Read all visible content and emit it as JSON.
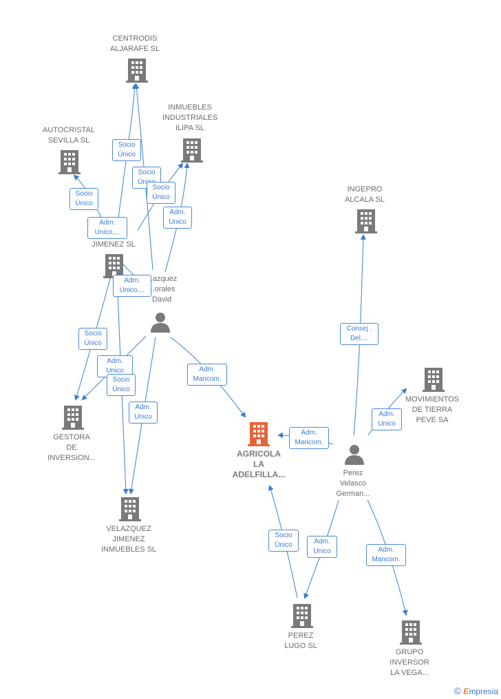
{
  "colors": {
    "edge": "#4a8ad6",
    "building": "#7a7a7a",
    "focal": "#e8633a",
    "person": "#7a7a7a"
  },
  "nodes": {
    "centrodis": "CENTRODIS\nALJARAFE  SL",
    "inmuebles_ind": "INMUEBLES\nINDUSTRIALES\nILIPA   SL",
    "autocristal": "AUTOCRISTAL\nSEVILLA SL",
    "inversiones": "...ONES\n...EZ\nJIMENEZ  SL",
    "velazquez_david": "...azquez\n...orales\nDavid",
    "gestora": "GESTORA\nDE\nINVERSION...",
    "velazquez_jim": "VELAZQUEZ\nJIMENEZ\nINMUEBLES  SL",
    "agricola": "AGRICOLA\nLA\nADELFILLA...",
    "ingepro": "INGEPRO\nALCALA SL",
    "movimientos": "MOVIMIENTOS\nDE TIERRA\nPEVE SA",
    "perez_german": "Perez\nVelasco\nGerman...",
    "perez_lugo": "PEREZ\nLUGO  SL",
    "grupo": "GRUPO\nINVERSOR\nLA VEGA..."
  },
  "edge_labels": [
    "Socio\nÚnico",
    "Socio\nÚnico",
    "Socio\nÚnico",
    "Socio\nÚnico",
    "Adm.\nUnico",
    "Adm.\nUnico,...",
    "Adm.\nUnico,...",
    "Socio\nÚnico",
    "Adm.\nUnico",
    "Socio\nÚnico",
    "Adm.\nUnico",
    "Adm.\nMancom.",
    "Consej .\nDel....",
    "Adm.\nUnico",
    "Adm.\nMancom.",
    "Socio\nÚnico",
    "Adm.\nUnico",
    "Adm.\nMancom."
  ],
  "footer": {
    "copyright": "©",
    "brand_initial": "E",
    "brand_rest": "mpresia"
  }
}
